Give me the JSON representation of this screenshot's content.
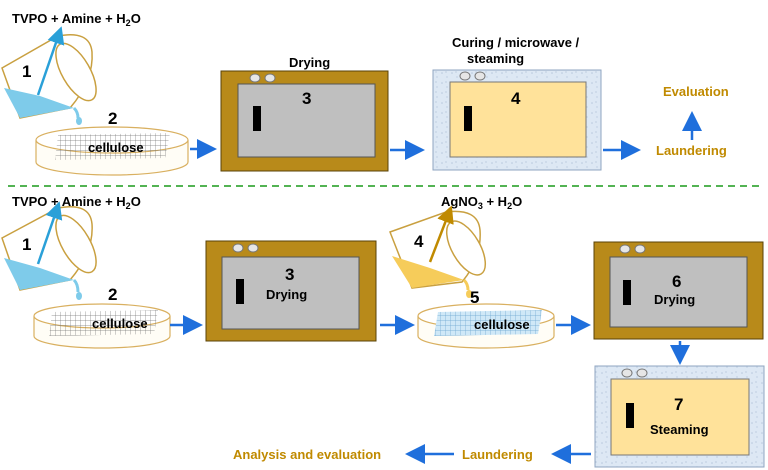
{
  "colors": {
    "oven_frame": "#b88a1a",
    "oven_window_gray": "#bfbfbf",
    "steamer_frame": "#dce6f2",
    "steamer_window": "#ffe29a",
    "arrow_blue": "#1f6fdc",
    "divider_green": "#1a9a1a",
    "label_gold": "#c08a00",
    "liquid_blue": "#7ecbea",
    "liquid_yellow": "#f6cc5a"
  },
  "top": {
    "reagents": "TVPO + Amine + H",
    "reagents_sub": "2",
    "reagents_tail": "O",
    "beaker_num": "1",
    "dish_num": "2",
    "dish_label": "cellulose",
    "oven_title": "Drying",
    "oven_num": "3",
    "steamer_title_line1": "Curing / microwave /",
    "steamer_title_line2": "steaming",
    "steamer_num": "4",
    "evaluation": "Evaluation",
    "laundering": "Laundering"
  },
  "bottom": {
    "reagents": "TVPO + Amine + H",
    "reagents_sub": "2",
    "reagents_tail": "O",
    "beaker_num": "1",
    "dish_num": "2",
    "dish_label": "cellulose",
    "oven1_num": "3",
    "oven1_label": "Drying",
    "silver_reagent": "AgNO",
    "silver_sub": "3",
    "silver_tail": " + H",
    "silver_sub2": "2",
    "silver_tail2": "O",
    "beaker2_num": "4",
    "dish2_num": "5",
    "dish2_label": "cellulose",
    "oven2_num": "6",
    "oven2_label": "Drying",
    "steamer_num": "7",
    "steamer_label": "Steaming",
    "laundering": "Laundering",
    "analysis": "Analysis and evaluation"
  }
}
